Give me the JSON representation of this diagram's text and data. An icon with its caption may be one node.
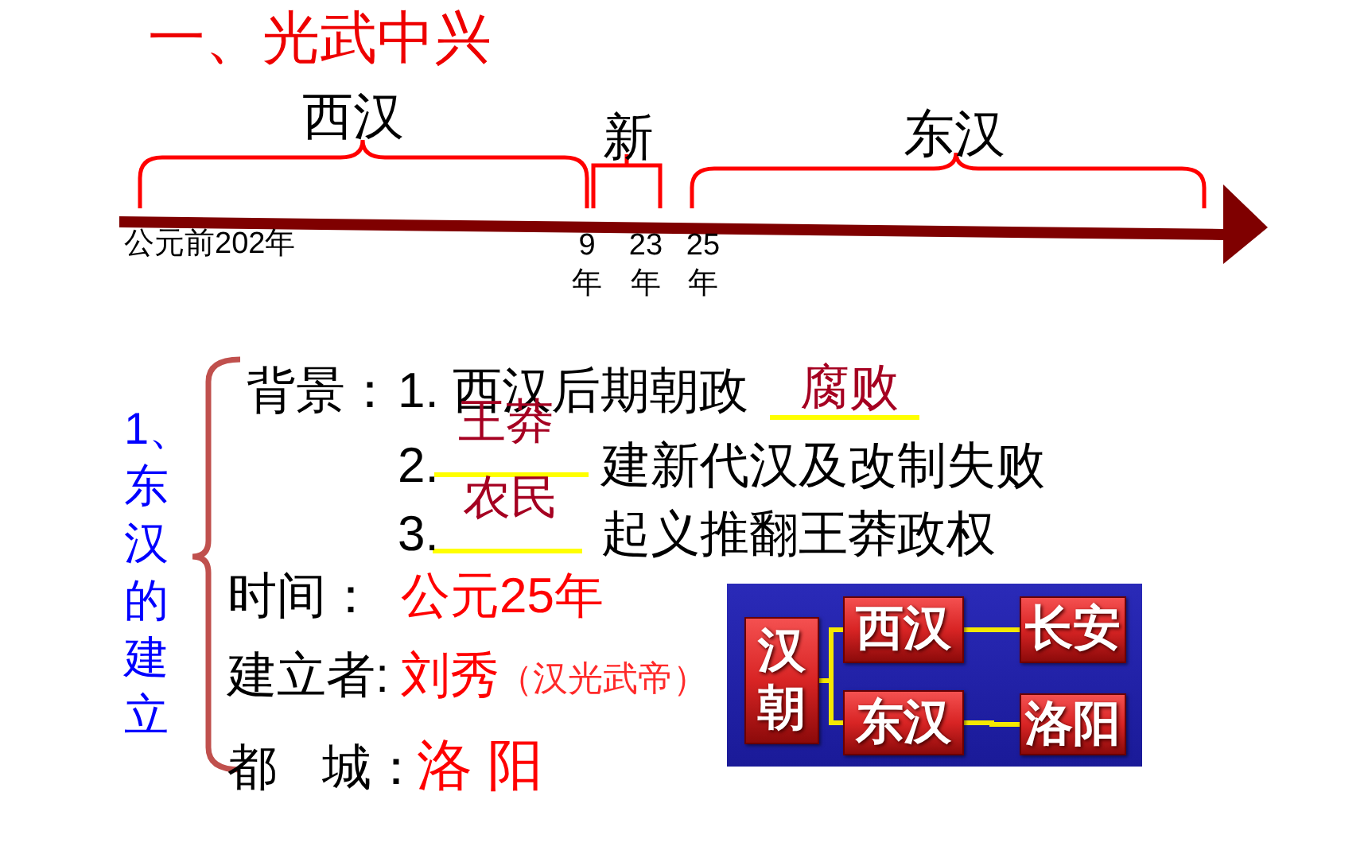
{
  "diagram": {
    "title": "一、光武中兴",
    "nodes": [
      {
        "text": [],
        "shape": "box"
      },
      {
        "text": [
          "汉朝"
        ],
        "in": 0
      },
      {
        "text": [
          "西汉"
        ],
        "in": 0
      },
      {
        "text": [
          "长安"
        ],
        "in": 0
      },
      {
        "text": [
          "东汉"
        ],
        "in": 0
      },
      {
        "text": [
          "洛阳"
        ],
        "in": 0
      }
    ],
    "edges": [
      {
        "from": 1,
        "to": 2,
        "arrow": "none"
      },
      {
        "from": 1,
        "to": 4,
        "arrow": "none"
      },
      {
        "from": 2,
        "to": 3,
        "arrow": "none"
      },
      {
        "from": 4,
        "to": 5,
        "arrow": "none"
      }
    ],
    "labels": [
      "西汉",
      "新",
      "东汉",
      "公元前202年",
      "9年",
      "23年",
      "25年",
      "1、东汉的建立",
      "背景：",
      "1. 西汉后期朝政",
      "腐败",
      "2.",
      "王莽",
      "建新代汉及改制失败",
      "3.",
      "农民",
      "起义推翻王莽政权",
      "时间：",
      "公元25年",
      "建立者:",
      "刘秀",
      "（汉光武帝）",
      "都 城：",
      "洛 阳"
    ]
  }
}
